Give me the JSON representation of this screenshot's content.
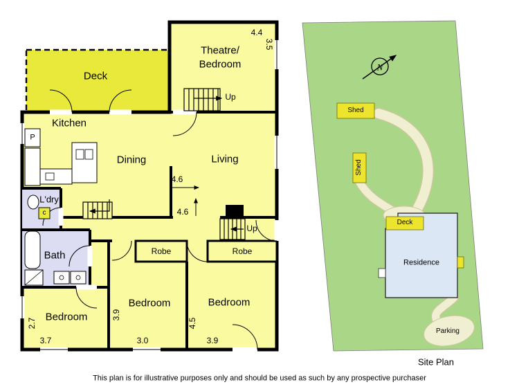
{
  "floorplan": {
    "labels": {
      "deck": "Deck",
      "theatre_line1": "Theatre/",
      "theatre_line2": "Bedroom",
      "kitchen": "Kitchen",
      "dining": "Dining",
      "living": "Living",
      "laundry": "L'dry",
      "pantry": "P",
      "cupboard": "c",
      "bath": "Bath",
      "bedroom_left": "Bedroom",
      "bedroom_middle": "Bedroom",
      "bedroom_right": "Bedroom",
      "robe_left": "Robe",
      "robe_right": "Robe",
      "up_upper": "Up",
      "up_lower": "Up"
    },
    "dimensions": {
      "theatre_width": "4.4",
      "theatre_depth": "3.5",
      "dining_width": "4.6",
      "living_depth": "4.6",
      "bedroom_left_depth": "2.7",
      "bedroom_left_width": "3.7",
      "bedroom_middle_depth": "3.9",
      "bedroom_middle_width": "3.0",
      "bedroom_right_depth": "4.5",
      "bedroom_right_width": "3.9"
    }
  },
  "siteplan": {
    "title": "Site Plan",
    "compass": "N",
    "labels": {
      "shed_top": "Shed",
      "shed_side": "Shed",
      "deck": "Deck",
      "residence": "Residence",
      "parking": "Parking"
    }
  },
  "footer": {
    "disclaimer": "This plan is for illustrative purposes only and should be used as such by any prospective purchaser"
  },
  "colors": {
    "room_yellow": "#FAFAA0",
    "deck_yellow": "#E9E93B",
    "wet_area_blue": "#DCDCF2",
    "site_green": "#A9D687",
    "path_cream": "#F1EFD2",
    "residence_blue": "#DBE7F4",
    "marker_yellow": "#EDE42E"
  }
}
